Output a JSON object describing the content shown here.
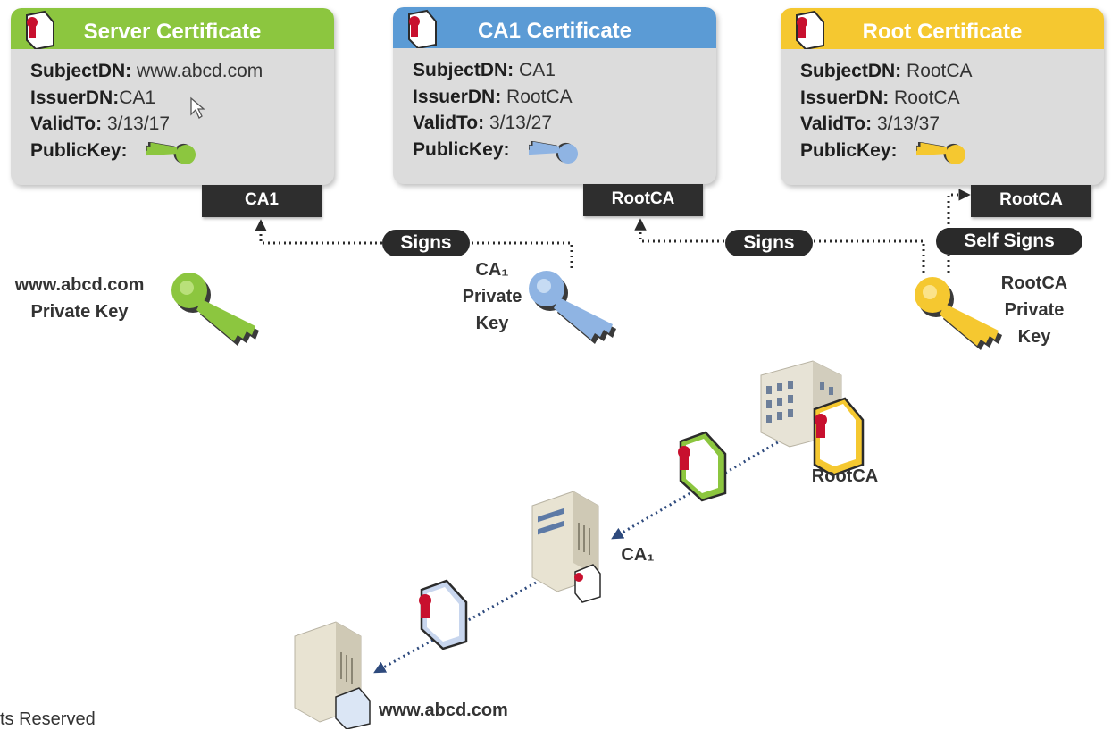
{
  "cards": [
    {
      "title": "Server Certificate",
      "color": "#8cc63f",
      "subject_label": "SubjectDN:",
      "subject_value": "www.abcd.com",
      "issuer_label": "IssuerDN:",
      "issuer_value": "CA1",
      "valid_label": "ValidTo:",
      "valid_value": "3/13/17",
      "pubkey_label": "PublicKey:",
      "tab": "CA1"
    },
    {
      "title": "CA1 Certificate",
      "color": "#5b9bd5",
      "subject_label": "SubjectDN:",
      "subject_value": "CA1",
      "issuer_label": "IssuerDN:",
      "issuer_value": "RootCA",
      "valid_label": "ValidTo:",
      "valid_value": "3/13/27",
      "pubkey_label": "PublicKey:",
      "tab": "RootCA"
    },
    {
      "title": "Root Certificate",
      "color": "#f5c830",
      "subject_label": "SubjectDN:",
      "subject_value": "RootCA",
      "issuer_label": "IssuerDN:",
      "issuer_value": "RootCA",
      "valid_label": "ValidTo:",
      "valid_value": "3/13/37",
      "pubkey_label": "PublicKey:",
      "tab": "RootCA"
    }
  ],
  "signs": [
    "Signs",
    "Signs",
    "Self Signs"
  ],
  "private_keys": {
    "server": {
      "line1": "www.abcd.com",
      "line2": "Private Key"
    },
    "ca1": {
      "line1": "CA₁",
      "line2": "Private",
      "line3": "Key"
    },
    "root": {
      "line1": "RootCA",
      "line2": "Private",
      "line3": "Key"
    }
  },
  "hierarchy": {
    "root_label": "RootCA",
    "ca_label": "CA₁",
    "server_label": "www.abcd.com"
  },
  "footer": "ts Reserved",
  "colors": {
    "green": "#8cc63f",
    "blue": "#8fb4e3",
    "yellow": "#f5c830",
    "dark": "#2b2b2b",
    "red": "#c8102e"
  },
  "icons": [
    "certificate-icon",
    "key-icon",
    "server-icon",
    "building-icon",
    "cursor-icon"
  ]
}
